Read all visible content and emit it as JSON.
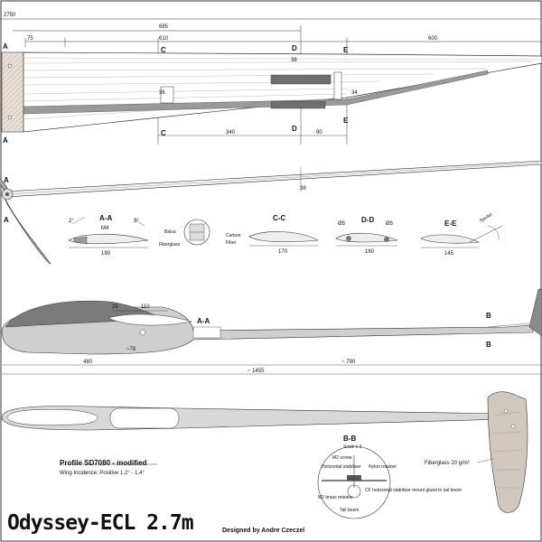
{
  "title": "Odyssey-ECL 2.7m",
  "designer": "Designed by Andre Czeczel",
  "profile": "Profile SD7080 - modified",
  "incidence": "Wing Incidence:  Positive 1.2° - 1.4°",
  "fiberglass_note": "Fiberglass 20 g/m²",
  "dims": {
    "span": "2750",
    "d685": "685",
    "d610": "610",
    "d600": "600",
    "d75": "75",
    "d340": "340",
    "d90": "90",
    "d38": "38",
    "d36": "36",
    "d34": "34",
    "d190": "190",
    "d170": "170",
    "d160": "160",
    "d145": "145",
    "d28": "28",
    "d110": "110",
    "d78": "~78",
    "d480": "480",
    "d1455": "~ 1455",
    "d790": "~ 790",
    "d5a": "Ø5",
    "d5b": "Ø5",
    "angle2": "2°",
    "angle3": "3°",
    "m4": "M4"
  },
  "sections": {
    "aa": "A-A",
    "bb": "B-B",
    "bb_scale": "Scale x 2",
    "cc": "C-C",
    "dd": "D-D",
    "ee": "E-E",
    "fus_aa": "A-A"
  },
  "markers": {
    "a": "A",
    "c": "C",
    "d": "D",
    "e": "E",
    "b": "B"
  },
  "labels": {
    "balsa": "Balsa",
    "fiberglass": "Fiberglass",
    "carbon": "Carbon",
    "fiber": "Fiber",
    "spoiler": "Spoiler"
  },
  "bb_labels": {
    "m2_screw": "M2 screw",
    "horizontal_stabilizer": "Horizontal stabilizer",
    "nylon_retainer": "Nylon retainer",
    "cf_mount": "CF horizontal stabilizer mount glued to tail boom",
    "m2_brass": "M2 brass retainer",
    "tail_boom": "Tail boom"
  }
}
